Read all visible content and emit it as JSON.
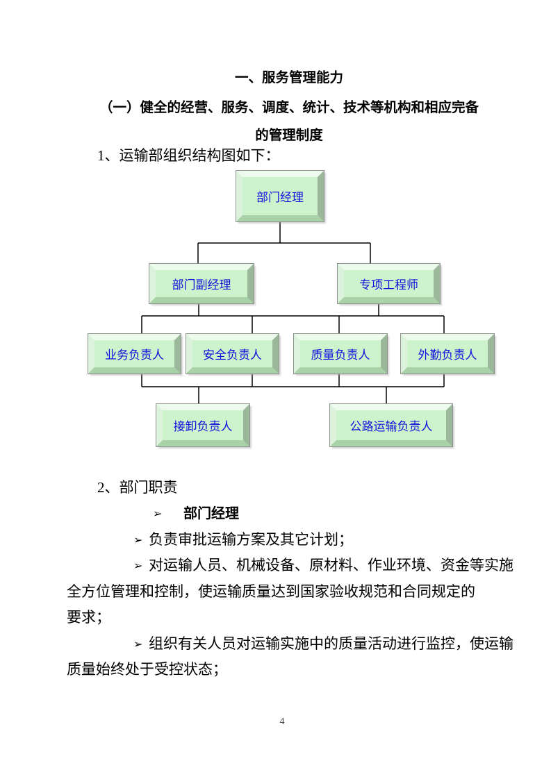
{
  "document": {
    "title": "一、服务管理能力",
    "subtitle_line1": "（一）健全的经营、服务、调度、统计、技术等机构和相应完备",
    "subtitle_line2": "的管理制度",
    "section1_heading": "1、运输部组织结构图如下：",
    "section2_heading": "2、部门职责",
    "page_number": "4"
  },
  "org_chart": {
    "type": "org-tree",
    "box_fill_color": "#ccf3cc",
    "box_text_color": "#1111dd",
    "connector_color": "#000000",
    "nodes": [
      {
        "label": "部门经理",
        "level": 1
      },
      {
        "label": "部门副经理",
        "level": 2,
        "reports_to": "部门经理"
      },
      {
        "label": "专项工程师",
        "level": 2,
        "reports_to": "部门经理"
      },
      {
        "label": "业务负责人",
        "level": 3,
        "reports_to": "部门副经理 / 专项工程师"
      },
      {
        "label": "安全负责人",
        "level": 3,
        "reports_to": "部门副经理 / 专项工程师"
      },
      {
        "label": "质量负责人",
        "level": 3,
        "reports_to": "部门副经理 / 专项工程师"
      },
      {
        "label": "外勤负责人",
        "level": 3,
        "reports_to": "部门副经理 / 专项工程师"
      },
      {
        "label": "接卸负责人",
        "level": 4,
        "reports_to": "业务/安全/质量/外勤负责人"
      },
      {
        "label": "公路运输负责人",
        "level": 4,
        "reports_to": "业务/安全/质量/外勤负责人"
      }
    ]
  },
  "duties": {
    "bullet": "➢",
    "role_title": "部门经理",
    "lines": [
      {
        "bullet": true,
        "text": "负责审批运输方案及其它计划；"
      },
      {
        "bullet": true,
        "text": "对运输人员、机械设备、原材料、作业环境、资金等实施"
      },
      {
        "bullet": false,
        "text": "全方位管理和控制，使运输质量达到国家验收规范和合同规定的"
      },
      {
        "bullet": false,
        "text": "要求；"
      },
      {
        "bullet": true,
        "text": "组织有关人员对运输实施中的质量活动进行监控，使运输"
      },
      {
        "bullet": false,
        "text": "质量始终处于受控状态；"
      }
    ]
  }
}
